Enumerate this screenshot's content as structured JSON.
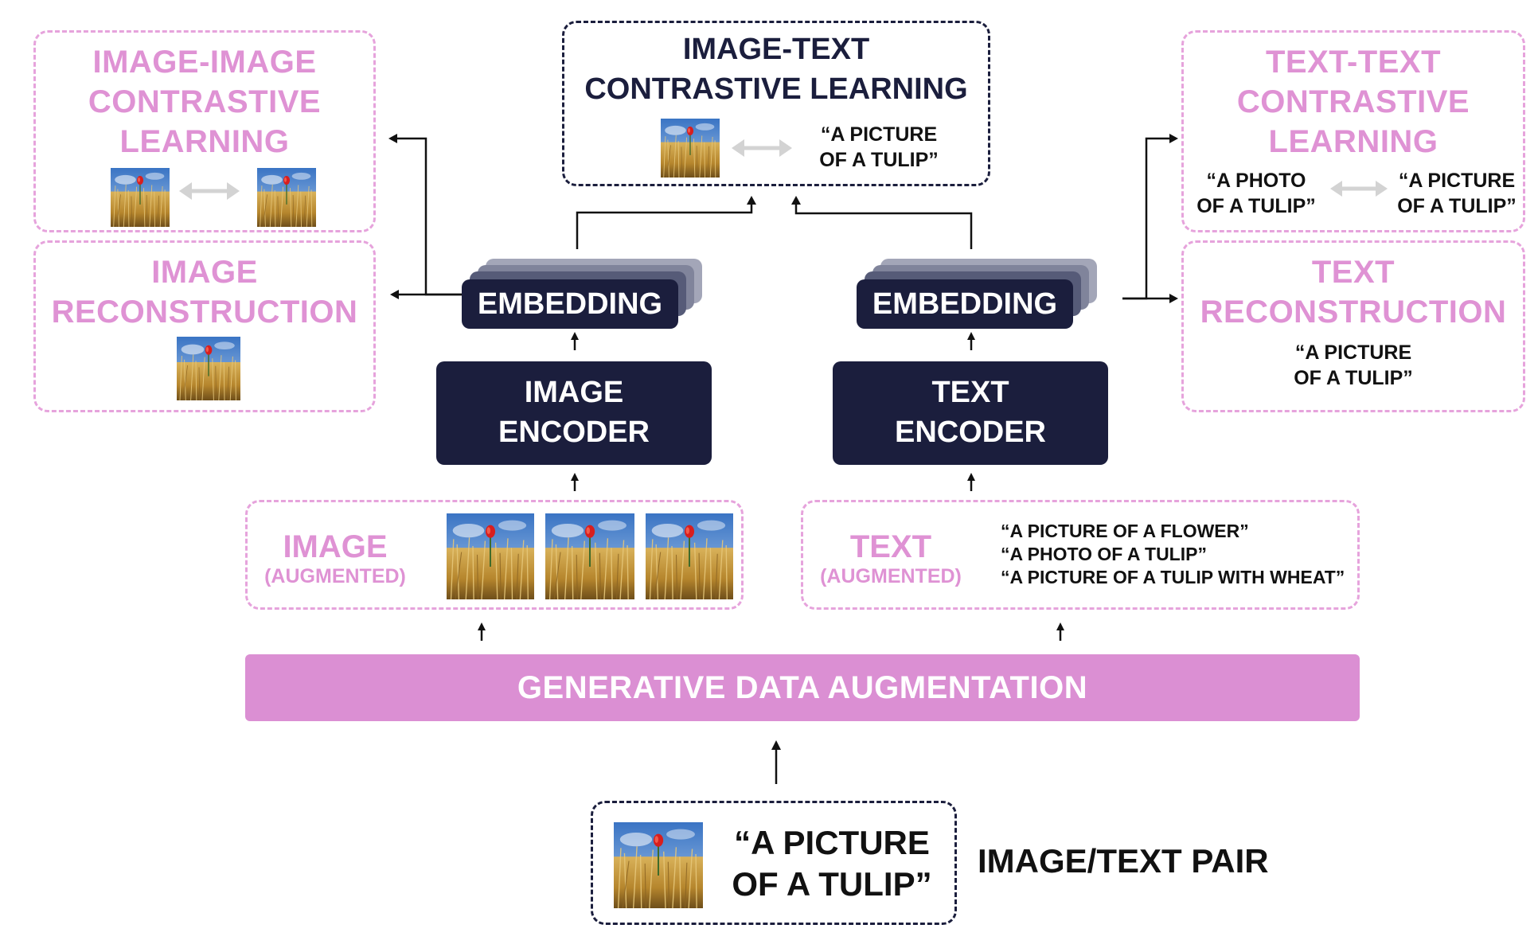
{
  "colors": {
    "navy": "#1b1e3d",
    "pink_text": "#df92d4",
    "pink_border": "#e6a3dc",
    "pink_bar": "#db8fd3",
    "arrow_gray": "#d3d3d3",
    "line": "#111111"
  },
  "image_text_contrastive": {
    "title_line1": "IMAGE-TEXT",
    "title_line2": "CONTRASTIVE LEARNING",
    "quote_line1": "“A PICTURE",
    "quote_line2": "OF A TULIP”"
  },
  "image_image_contrastive": {
    "title_line1": "IMAGE-IMAGE",
    "title_line2": "CONTRASTIVE",
    "title_line3": "LEARNING"
  },
  "image_reconstruction": {
    "title_line1": "IMAGE",
    "title_line2": "RECONSTRUCTION"
  },
  "text_text_contrastive": {
    "title_line1": "TEXT-TEXT",
    "title_line2": "CONTRASTIVE",
    "title_line3": "LEARNING",
    "left_quote_line1": "“A PHOTO",
    "left_quote_line2": "OF A TULIP”",
    "right_quote_line1": "“A PICTURE",
    "right_quote_line2": "OF A TULIP”"
  },
  "text_reconstruction": {
    "title_line1": "TEXT",
    "title_line2": "RECONSTRUCTION",
    "quote_line1": "“A PICTURE",
    "quote_line2": "OF A TULIP”"
  },
  "embeddings": {
    "image_label": "EMBEDDING",
    "text_label": "EMBEDDING"
  },
  "encoders": {
    "image_line1": "IMAGE",
    "image_line2": "ENCODER",
    "text_line1": "TEXT",
    "text_line2": "ENCODER"
  },
  "image_augmented": {
    "label": "IMAGE",
    "sublabel": "(AUGMENTED)"
  },
  "text_augmented": {
    "label": "TEXT",
    "sublabel": "(AUGMENTED)",
    "captions": [
      "“A PICTURE OF A FLOWER”",
      "“A PHOTO OF A TULIP”",
      "“A PICTURE OF A TULIP WITH WHEAT”"
    ]
  },
  "generative_bar": {
    "label": "GENERATIVE DATA AUGMENTATION"
  },
  "input_pair": {
    "quote_line1": "“A PICTURE",
    "quote_line2": "OF A TULIP”",
    "label": "IMAGE/TEXT PAIR"
  },
  "icons": {
    "photo": "tulip-wheat-photo-icon",
    "double_arrow": "double-arrow-icon",
    "arrow": "arrow-head-icon"
  }
}
